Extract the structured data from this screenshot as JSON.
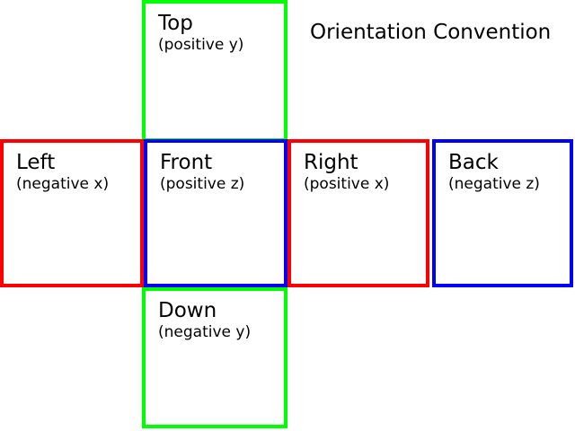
{
  "diagram": {
    "title": "Orientation Convention",
    "background_color": "#ffffff",
    "text_color": "#000000",
    "type": "cube-net-cross",
    "colors": {
      "green": "#00ff00",
      "red": "#ff0000",
      "blue": "#0000ff"
    },
    "faces": [
      {
        "id": "top",
        "label": "Top",
        "axis": "(positive y)",
        "border_color": "#00ff00",
        "grid_position": "top-center"
      },
      {
        "id": "left",
        "label": "Left",
        "axis": "(negative x)",
        "border_color": "#ff0000",
        "grid_position": "middle-1"
      },
      {
        "id": "front",
        "label": "Front",
        "axis": "(positive z)",
        "border_color": "#0000ff",
        "grid_position": "middle-2"
      },
      {
        "id": "right",
        "label": "Right",
        "axis": "(positive x)",
        "border_color": "#ff0000",
        "grid_position": "middle-3"
      },
      {
        "id": "back",
        "label": "Back",
        "axis": "(negative z)",
        "border_color": "#0000ff",
        "grid_position": "middle-4"
      },
      {
        "id": "down",
        "label": "Down",
        "axis": "(negative y)",
        "border_color": "#00ff00",
        "grid_position": "bottom-center"
      }
    ]
  }
}
